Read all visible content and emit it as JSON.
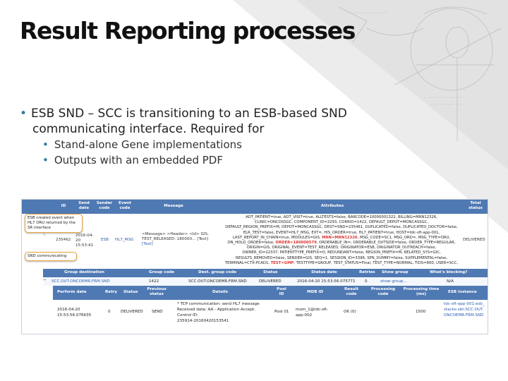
{
  "slide": {
    "title": "Result Reporting processes",
    "bullet_line1": "ESB SND – SCC is transitioning to an ESB-based SND",
    "bullet_line2": "communicating interface.  Required for",
    "sub1": "Stand-alone Gene implementations",
    "sub2": "Outputs with an embedded PDF"
  },
  "screenshot": {
    "header": {
      "id": "ID",
      "send_date": "Send date",
      "sender_code": "Sender code",
      "event_code": "Event code",
      "message": "Message",
      "attributes": "Attributes",
      "total_status": "Total status"
    },
    "row": {
      "id": "235462",
      "date": "2016-04-20 15:53:41",
      "sender": "ESB",
      "event": "HL7_MSG",
      "message_line1": "<Message> <Header> <Id> GIS,",
      "message_line2": "TEST_RELEASED: 180000… [Text]",
      "message_line3": "[Text]",
      "status": "DELIVERED",
      "attrs": [
        "ADT_PATIENT=true, ADT_VISIT=true, ALLTESTS=false, BARCODE=10000001322, BILLING=MRN12326,",
        "CLINIC=ONCOSSGC, COMPONENT_ID=2293, CORRID=1422, DEFAULT_DEPOT=MONCASSGC,",
        "DEFAULT_REGION_PREFIX=M, DEPOT=MONCASSGC, DEST=SND=235461, DUPLICATED=false, DUPLICATED_DOCTOR=false,",
        "ELR_TEST=false, EVENT=HL7_MSG, EXT=, HIS_ORDER=true, HL7_PATIENT=true, HOST=tdc-sft-app-001,",
        "LAST_REPORT_IN_CHAIN=true, MODULES=GIS, MRN=MRN12326, MSG_CODE=SC1, MSG_ORD=, MSG_TYPE=ORU,",
        "ON_HOLD_ORDER=false, ORDER=180000579, ORDERABLE_IN=, ORDERABLE_OUTSIDE=false, ORDER_TYPE=REGULAR,",
        "ORIGIN=GIS, ORIGINAL_EVENT=TEST_RELEASED, ORIGINATOR=ESB, ORIGINATOR_OUTREACH=false,",
        "OWNER_ID=22337, PATIENTTYPE_PREFIX=O, REDUNDANT=false, REGION_PREFIX=M, RELATED_SYS=GIC,",
        "RESULTS_REMOVED=false, SENDER=GIS, SEQ=1, SESSION_ID=3396, SPN_DUMMY=false, SUPPLEMENTAL=false,",
        "TERMINAL=CTX-PCAD1, TEST=GMP, TESTTYPE=GROUP, TEST_STATUS=Final, TEST_TYPE=NORMAL, TIDS=800, USER=SCC,"
      ],
      "attr_red1": "MRN=MRN12326",
      "attr_red2": "ORDER=180000579",
      "attr_red3": "TEST=GMP"
    },
    "callout1": "ESB created event when HL7 ORU returned by the SR interface",
    "callout2": "SND communicating",
    "header2": {
      "group_dest": "Group destination",
      "group_code": "Group code",
      "dest_group_code": "Dest. group code",
      "status": "Status",
      "status_date": "Status date",
      "retries": "Retries",
      "show_group": "Show group",
      "blocking": "What's blocking?"
    },
    "row2": {
      "group_dest": "SCC.OUT.ONCOEMR.FRM.SND",
      "group_code": "1422",
      "dest_group_code": "SCC.OUT.ONCOEMR.FRM.SND",
      "status": "DELIVERED",
      "status_date": "2016-04-20 15:53:56.075771",
      "retries": "0",
      "show_group": "show group…",
      "blocking": "N/A"
    },
    "header3": {
      "perform_date": "Perform date",
      "retry": "Retry",
      "status": "Status",
      "previous_status": "Previous status",
      "details": "Details",
      "pool_id": "Pool ID",
      "mdb_id": "MDB ID",
      "result_code": "Result code",
      "processing_code": "Processing code",
      "processing_time": "Processing time (ms)",
      "esb_instance": "ESB instance"
    },
    "row3": {
      "perform_date": "2016-04-20 15:53:56.076635",
      "retry": "0",
      "status": "DELIVERED",
      "previous_status": "SEND",
      "details_line1": "* TCP communication: send HL7 message",
      "details_line2": "Received data: AA - Application Accept.",
      "details_line3": "Control ID:",
      "details_line4": "235914-20160420153541",
      "pool_id": "Pool 01",
      "mdb_id": "mom_1@tdc-sft-app-002",
      "result_code": "OK (0)",
      "processing_code": "",
      "processing_time": "1500",
      "esb_instance": "tdc-sft-app-001:esb_stacks-sbt:SCC.OUT.ONCOEMR.FRM.SND"
    }
  }
}
